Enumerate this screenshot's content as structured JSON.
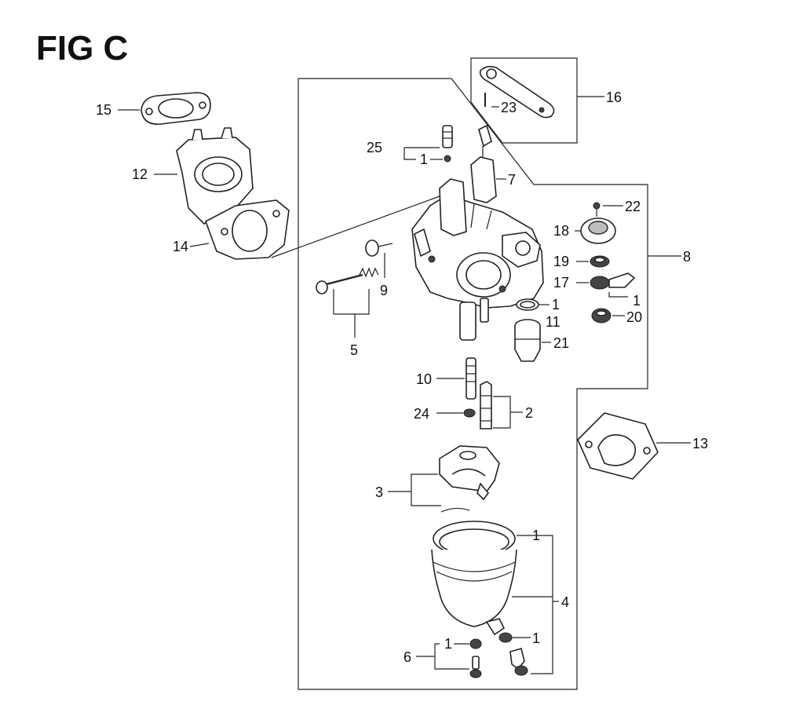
{
  "figure": {
    "title": "FIG C"
  },
  "callouts": {
    "c15": "15",
    "c12": "12",
    "c14": "14",
    "c25": "25",
    "c1_a": "1",
    "c7": "7",
    "c16": "16",
    "c23": "23",
    "c22": "22",
    "c18": "18",
    "c19": "19",
    "c17": "17",
    "c1_b": "1",
    "c20": "20",
    "c8": "8",
    "c9": "9",
    "c5": "5",
    "c1_c": "1",
    "c11": "11",
    "c21": "21",
    "c10": "10",
    "c24": "24",
    "c2": "2",
    "c13": "13",
    "c3": "3",
    "c1_d": "1",
    "c4": "4",
    "c1_e": "1",
    "c6": "6",
    "c1_f": "1"
  }
}
